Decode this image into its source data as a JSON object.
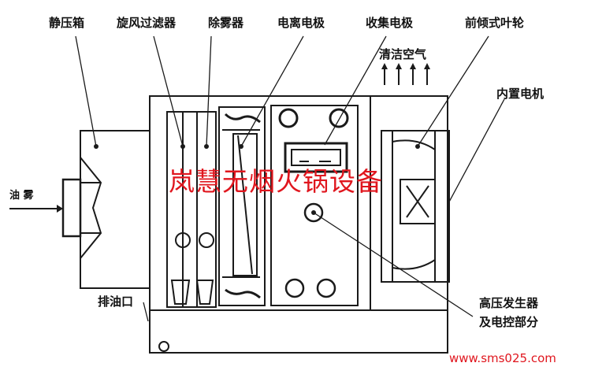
{
  "labels": {
    "plenum_box": "静压箱",
    "cyclone_filter": "旋风过滤器",
    "demister": "除雾器",
    "ionizing_electrode": "电离电极",
    "collecting_electrode": "收集电极",
    "impeller": "前倾式叶轮",
    "clean_air": "清洁空气",
    "motor": "内置电机",
    "oil_mist": "油 雾",
    "drain_outlet": "排油口",
    "hv_generator_line1": "高压发生器",
    "hv_generator_line2": "及电控部分"
  },
  "watermark": "岚慧无烟火锅设备",
  "site": "www.sms025.com",
  "colors": {
    "line": "#1a1a1a",
    "watermark": "#e0161e"
  }
}
